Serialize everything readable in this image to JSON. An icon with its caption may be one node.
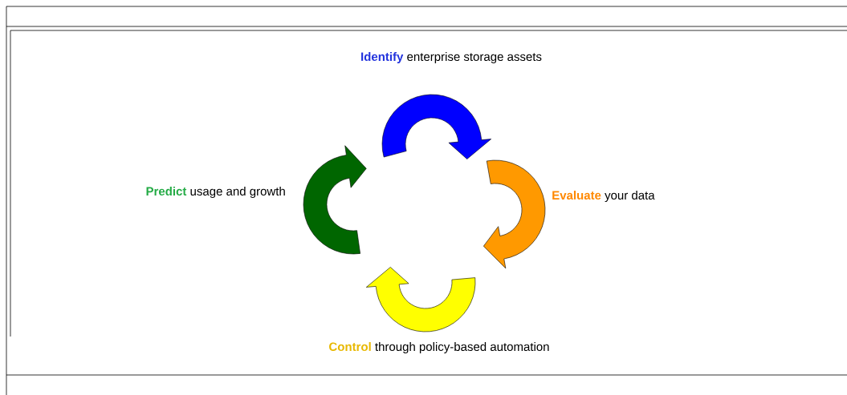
{
  "diagram": {
    "labels": [
      "**Identify** enterprise storage assets",
      "**Predict** usage and growth",
      "**Evaluate** your data",
      "**Control** through policy-based automation"
    ]
  }
}
